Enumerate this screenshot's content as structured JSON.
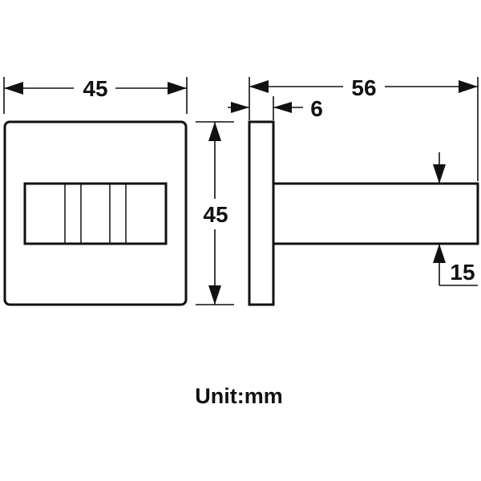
{
  "dimensions": {
    "front_width": "45",
    "front_height": "45",
    "side_depth": "56",
    "plate_thickness": "6",
    "bar_size": "15"
  },
  "unit_label": "Unit:mm"
}
